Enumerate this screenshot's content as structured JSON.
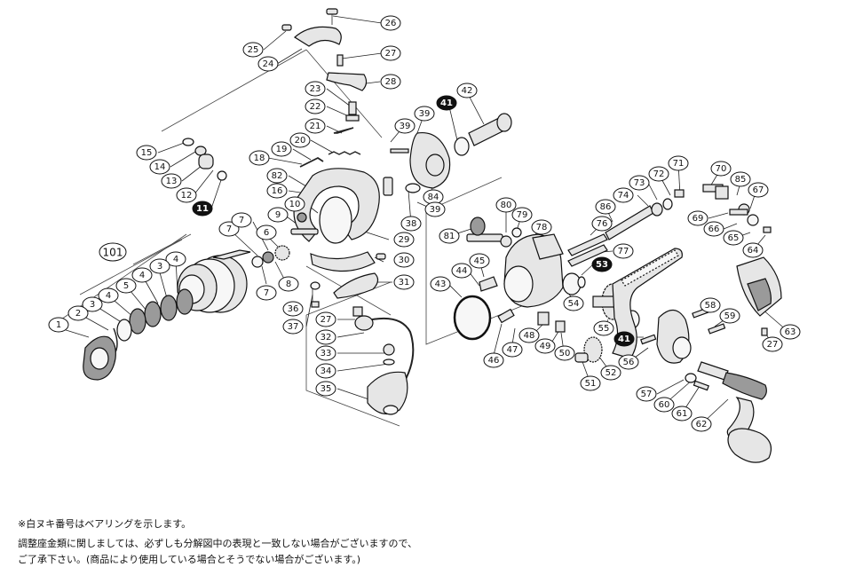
{
  "diagram": {
    "callouts": [
      {
        "id": "c-26",
        "label": "26"
      },
      {
        "id": "c-25",
        "label": "25"
      },
      {
        "id": "c-24",
        "label": "24"
      },
      {
        "id": "c-27a",
        "label": "27"
      },
      {
        "id": "c-28",
        "label": "28"
      },
      {
        "id": "c-23",
        "label": "23"
      },
      {
        "id": "c-22",
        "label": "22"
      },
      {
        "id": "c-21",
        "label": "21"
      },
      {
        "id": "c-20",
        "label": "20"
      },
      {
        "id": "c-19",
        "label": "19"
      },
      {
        "id": "c-18",
        "label": "18"
      },
      {
        "id": "c-82",
        "label": "82"
      },
      {
        "id": "c-16",
        "label": "16"
      },
      {
        "id": "c-10",
        "label": "10"
      },
      {
        "id": "c-9",
        "label": "9"
      },
      {
        "id": "c-15",
        "label": "15"
      },
      {
        "id": "c-14",
        "label": "14"
      },
      {
        "id": "c-13",
        "label": "13"
      },
      {
        "id": "c-12",
        "label": "12"
      },
      {
        "id": "c-11",
        "label": "11",
        "black": true
      },
      {
        "id": "c-7a",
        "label": "7"
      },
      {
        "id": "c-7b",
        "label": "7"
      },
      {
        "id": "c-6",
        "label": "6"
      },
      {
        "id": "c-7c",
        "label": "7"
      },
      {
        "id": "c-8",
        "label": "8"
      },
      {
        "id": "c-101",
        "label": "101",
        "big": true
      },
      {
        "id": "c-4a",
        "label": "4"
      },
      {
        "id": "c-3a",
        "label": "3"
      },
      {
        "id": "c-4b",
        "label": "4"
      },
      {
        "id": "c-5",
        "label": "5"
      },
      {
        "id": "c-4c",
        "label": "4"
      },
      {
        "id": "c-3b",
        "label": "3"
      },
      {
        "id": "c-2",
        "label": "2"
      },
      {
        "id": "c-1",
        "label": "1"
      },
      {
        "id": "c-39a",
        "label": "39"
      },
      {
        "id": "c-39b",
        "label": "39"
      },
      {
        "id": "c-41a",
        "label": "41",
        "black": true
      },
      {
        "id": "c-42",
        "label": "42"
      },
      {
        "id": "c-84",
        "label": "84"
      },
      {
        "id": "c-39c",
        "label": "39"
      },
      {
        "id": "c-38",
        "label": "38"
      },
      {
        "id": "c-29",
        "label": "29"
      },
      {
        "id": "c-30",
        "label": "30"
      },
      {
        "id": "c-31",
        "label": "31"
      },
      {
        "id": "c-36",
        "label": "36"
      },
      {
        "id": "c-37",
        "label": "37"
      },
      {
        "id": "c-27b",
        "label": "27"
      },
      {
        "id": "c-32",
        "label": "32"
      },
      {
        "id": "c-33",
        "label": "33"
      },
      {
        "id": "c-34",
        "label": "34"
      },
      {
        "id": "c-35",
        "label": "35"
      },
      {
        "id": "c-80",
        "label": "80"
      },
      {
        "id": "c-79",
        "label": "79"
      },
      {
        "id": "c-78",
        "label": "78"
      },
      {
        "id": "c-81",
        "label": "81"
      },
      {
        "id": "c-76",
        "label": "76"
      },
      {
        "id": "c-77",
        "label": "77"
      },
      {
        "id": "c-86",
        "label": "86"
      },
      {
        "id": "c-74",
        "label": "74"
      },
      {
        "id": "c-73",
        "label": "73"
      },
      {
        "id": "c-72",
        "label": "72"
      },
      {
        "id": "c-71",
        "label": "71"
      },
      {
        "id": "c-70",
        "label": "70"
      },
      {
        "id": "c-85",
        "label": "85"
      },
      {
        "id": "c-67",
        "label": "67"
      },
      {
        "id": "c-69",
        "label": "69"
      },
      {
        "id": "c-66",
        "label": "66"
      },
      {
        "id": "c-65",
        "label": "65"
      },
      {
        "id": "c-64",
        "label": "64"
      },
      {
        "id": "c-44",
        "label": "44"
      },
      {
        "id": "c-45",
        "label": "45"
      },
      {
        "id": "c-43",
        "label": "43"
      },
      {
        "id": "c-53",
        "label": "53",
        "black": true
      },
      {
        "id": "c-54",
        "label": "54"
      },
      {
        "id": "c-55",
        "label": "55"
      },
      {
        "id": "c-41b",
        "label": "41",
        "black": true
      },
      {
        "id": "c-48",
        "label": "48"
      },
      {
        "id": "c-49",
        "label": "49"
      },
      {
        "id": "c-50",
        "label": "50"
      },
      {
        "id": "c-46",
        "label": "46"
      },
      {
        "id": "c-47",
        "label": "47"
      },
      {
        "id": "c-56",
        "label": "56"
      },
      {
        "id": "c-52",
        "label": "52"
      },
      {
        "id": "c-51",
        "label": "51"
      },
      {
        "id": "c-58",
        "label": "58"
      },
      {
        "id": "c-59",
        "label": "59"
      },
      {
        "id": "c-63",
        "label": "63"
      },
      {
        "id": "c-27c",
        "label": "27"
      },
      {
        "id": "c-57",
        "label": "57"
      },
      {
        "id": "c-60",
        "label": "60"
      },
      {
        "id": "c-61",
        "label": "61"
      },
      {
        "id": "c-62",
        "label": "62"
      }
    ]
  },
  "notes": {
    "line1": "※白ヌキ番号はベアリングを示します。",
    "line2": "調整座金類に関しましては、必ずしも分解図中の表現と一致しない場合がございますので、",
    "line3": "ご了承下さい。(商品により使用している場合とそうでない場合がございます。)"
  }
}
